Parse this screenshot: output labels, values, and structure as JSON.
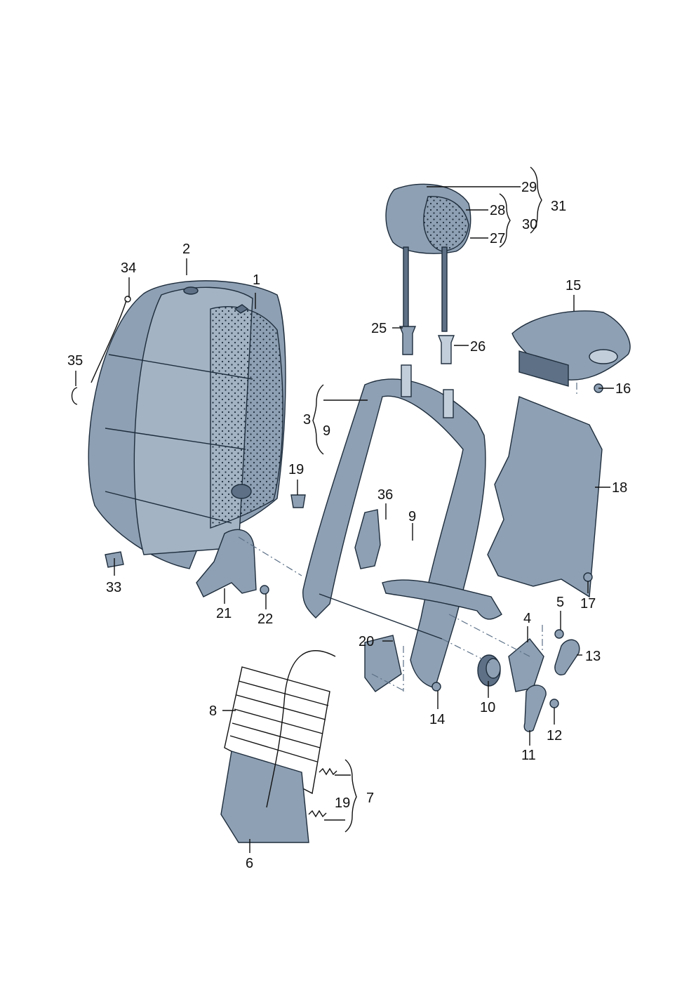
{
  "colors": {
    "part_fill": "#8ea0b3",
    "part_dark": "#5d7085",
    "part_light": "#c2ceda",
    "outline": "#1e2d3d",
    "label": "#111111"
  },
  "labels": [
    {
      "id": "p1",
      "text": "1"
    },
    {
      "id": "p2",
      "text": "2"
    },
    {
      "id": "p3",
      "text": "3"
    },
    {
      "id": "p9a",
      "text": "9"
    },
    {
      "id": "p4",
      "text": "4"
    },
    {
      "id": "p5",
      "text": "5"
    },
    {
      "id": "p6",
      "text": "6"
    },
    {
      "id": "p7",
      "text": "7"
    },
    {
      "id": "p8",
      "text": "8"
    },
    {
      "id": "p9b",
      "text": "9"
    },
    {
      "id": "p10",
      "text": "10"
    },
    {
      "id": "p11",
      "text": "11"
    },
    {
      "id": "p12",
      "text": "12"
    },
    {
      "id": "p13",
      "text": "13"
    },
    {
      "id": "p14",
      "text": "14"
    },
    {
      "id": "p15",
      "text": "15"
    },
    {
      "id": "p16",
      "text": "16"
    },
    {
      "id": "p17",
      "text": "17"
    },
    {
      "id": "p18",
      "text": "18"
    },
    {
      "id": "p19a",
      "text": "19"
    },
    {
      "id": "p19b",
      "text": "19"
    },
    {
      "id": "p20",
      "text": "20"
    },
    {
      "id": "p21",
      "text": "21"
    },
    {
      "id": "p22",
      "text": "22"
    },
    {
      "id": "p25",
      "text": "25"
    },
    {
      "id": "p26",
      "text": "26"
    },
    {
      "id": "p27",
      "text": "27"
    },
    {
      "id": "p28",
      "text": "28"
    },
    {
      "id": "p29",
      "text": "29"
    },
    {
      "id": "p30",
      "text": "30"
    },
    {
      "id": "p31",
      "text": "31"
    },
    {
      "id": "p33",
      "text": "33"
    },
    {
      "id": "p34",
      "text": "34"
    },
    {
      "id": "p35",
      "text": "35"
    },
    {
      "id": "p36",
      "text": "36"
    }
  ]
}
